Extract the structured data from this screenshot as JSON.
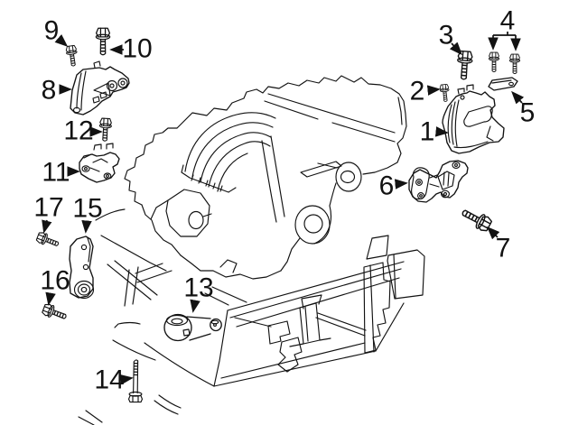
{
  "diagram": {
    "kind": "engine-and-transmission-mounting-parts-diagram",
    "background_color": "#ffffff",
    "line_color": "#121212",
    "callouts": [
      {
        "label": "1"
      },
      {
        "label": "2"
      },
      {
        "label": "3"
      },
      {
        "label": "4"
      },
      {
        "label": "5"
      },
      {
        "label": "6"
      },
      {
        "label": "7"
      },
      {
        "label": "8"
      },
      {
        "label": "9"
      },
      {
        "label": "10"
      },
      {
        "label": "11"
      },
      {
        "label": "12"
      },
      {
        "label": "13"
      },
      {
        "label": "14"
      },
      {
        "label": "15"
      },
      {
        "label": "16"
      },
      {
        "label": "17"
      }
    ]
  }
}
